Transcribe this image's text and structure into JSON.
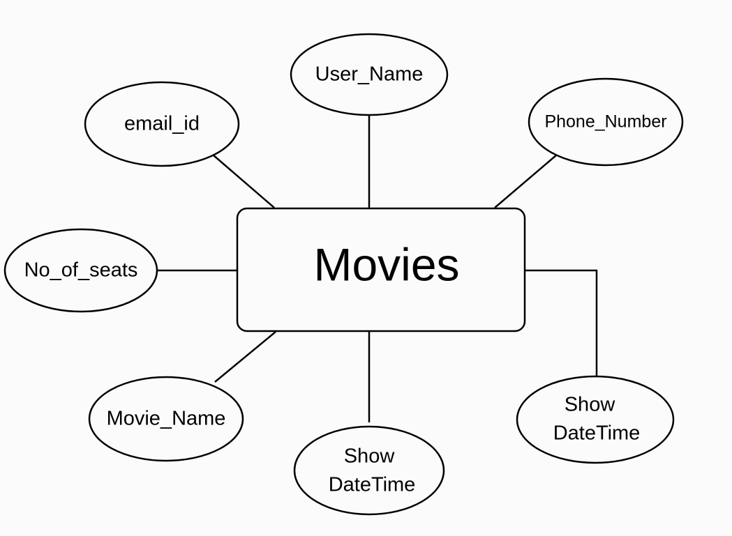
{
  "diagram": {
    "entity": {
      "label": "Movies"
    },
    "attributes": {
      "user_name": "User_Name",
      "email_id": "email_id",
      "phone_number": "Phone_Number",
      "no_of_seats": "No_of_seats",
      "movie_name": "Movie_Name",
      "show_datetime_bottom": {
        "line1": "Show",
        "line2": "DateTime"
      },
      "show_datetime_right": {
        "line1": "Show",
        "line2": "DateTime"
      }
    }
  }
}
